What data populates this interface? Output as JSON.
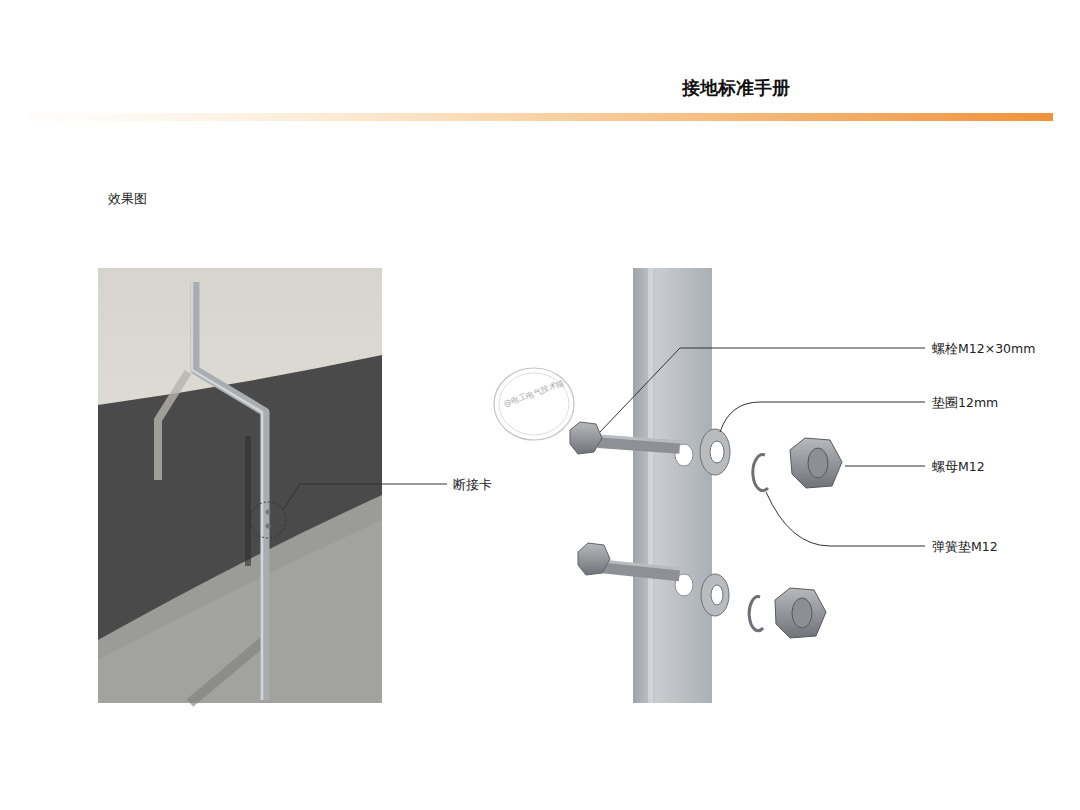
{
  "diagram": {
    "title": "接地标准手册",
    "labels": [
      "效果图",
      "断接卡",
      "螺栓M12×30mm",
      "垫圈12mm",
      "螺母M12",
      "弹簧垫M12",
      "@电工电气技术猫"
    ]
  }
}
